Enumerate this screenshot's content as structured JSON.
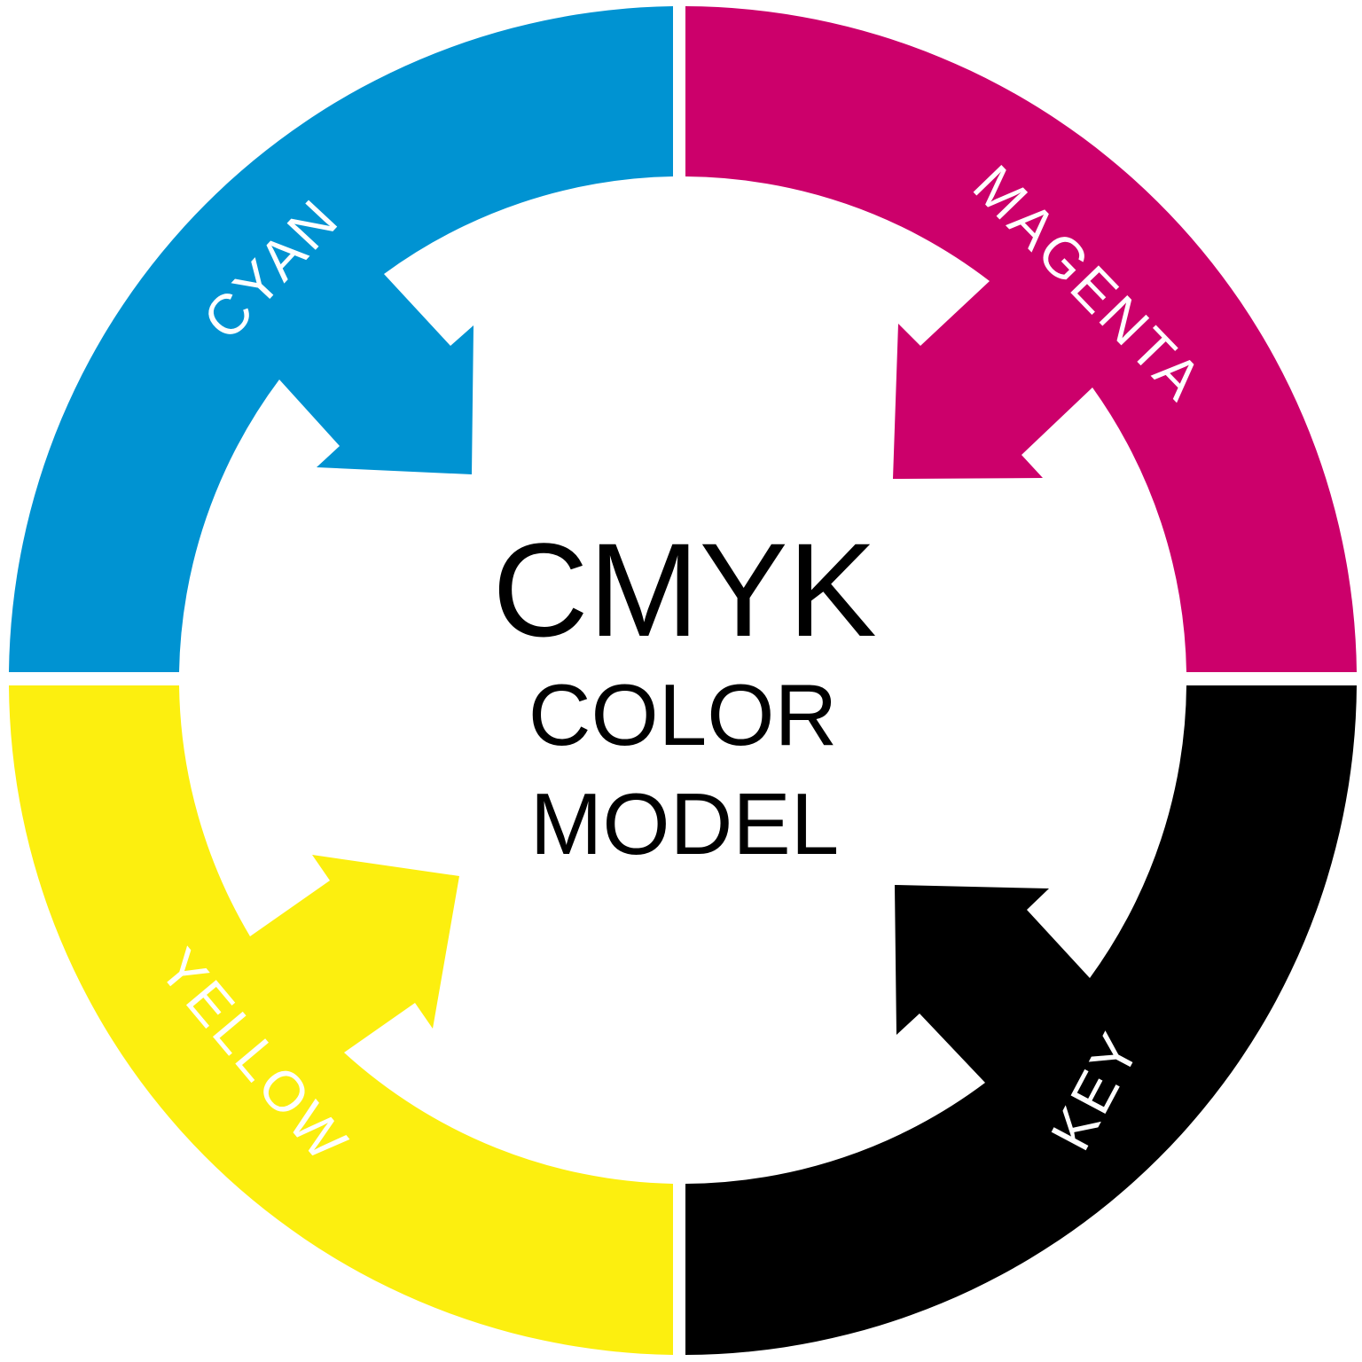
{
  "title": {
    "line1": "CMYK",
    "line2": "COLOR",
    "line3": "MODEL"
  },
  "segments": [
    {
      "label": "CYAN",
      "color": "#0093d2"
    },
    {
      "label": "MAGENTA",
      "color": "#cc006b"
    },
    {
      "label": "KEY",
      "color": "#000000"
    },
    {
      "label": "YELLOW",
      "color": "#fcef0f"
    }
  ]
}
